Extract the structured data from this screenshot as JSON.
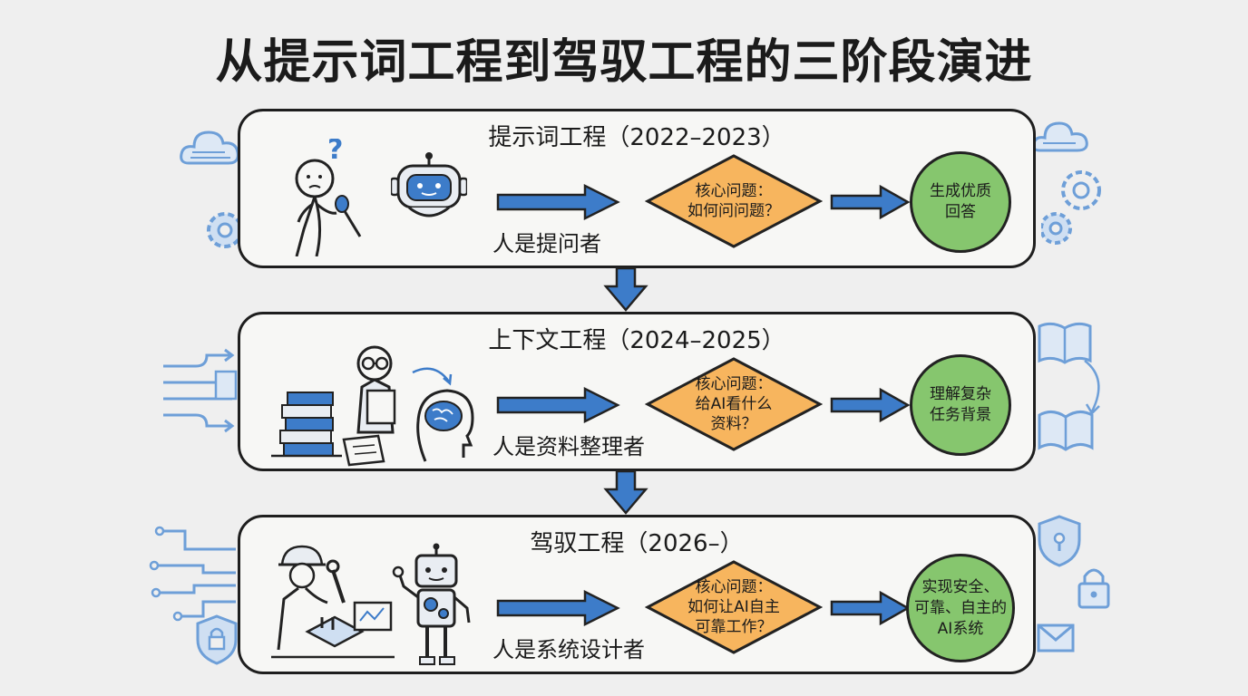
{
  "title": "从提示词工程到驾驭工程的三阶段演进",
  "stages": [
    {
      "title": "提示词工程（2022–2023）",
      "role": "人是提问者",
      "question_lines": [
        "核心问题：",
        "如何问问题？"
      ],
      "outcome_lines": [
        "生成优质",
        "回答"
      ]
    },
    {
      "title": "上下文工程（2024–2025）",
      "role": "人是资料整理者",
      "question_lines": [
        "核心问题：",
        "给AI看什么",
        "资料？"
      ],
      "outcome_lines": [
        "理解复杂",
        "任务背景"
      ]
    },
    {
      "title": "驾驭工程（2026–）",
      "role": "人是系统设计者",
      "question_lines": [
        "核心问题：",
        "如何让AI自主",
        "可靠工作？"
      ],
      "outcome_lines": [
        "实现安全、",
        "可靠、自主的",
        "AI系统"
      ]
    }
  ],
  "colors": {
    "arrow_blue": "#3d7cc9",
    "diamond_orange": "#f7b55e",
    "outcome_green": "#86c66e",
    "deco_blue": "#6e9fd8"
  }
}
